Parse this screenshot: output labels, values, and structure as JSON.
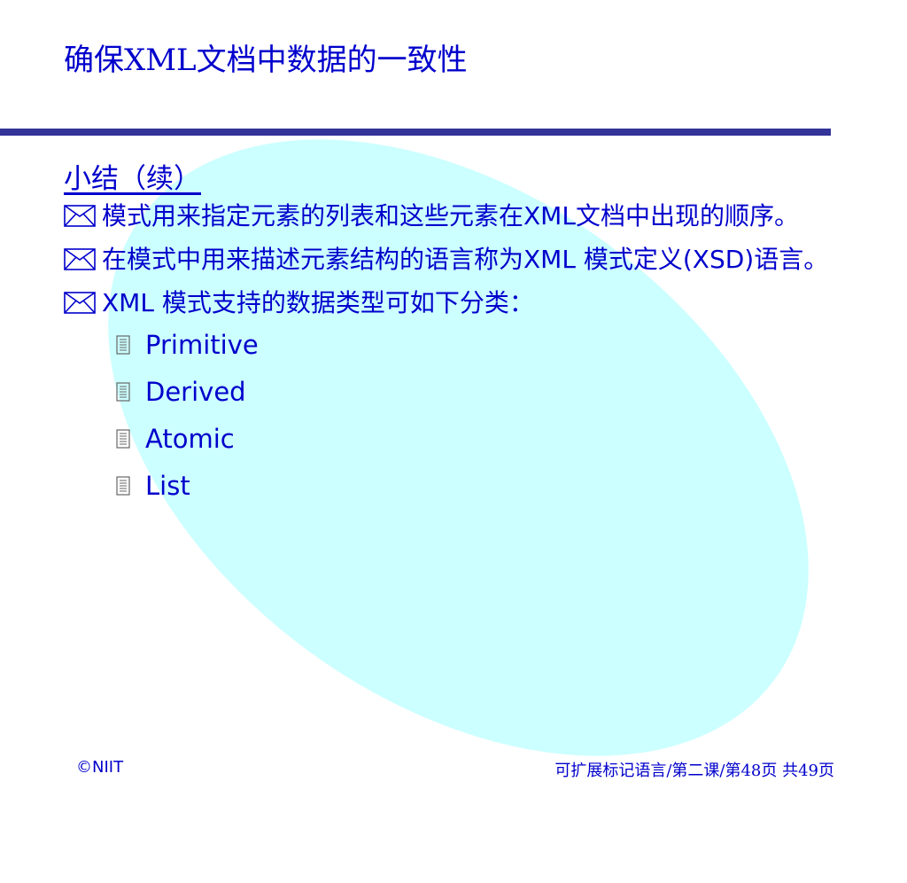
{
  "slide": {
    "title": "确保XML文档中数据的一致性",
    "subtitle": "小结（续）",
    "bullets": [
      {
        "text": "模式用来指定元素的列表和这些元素在XML文档中出现的顺序。"
      },
      {
        "text": "在模式中用来描述元素结构的语言称为XML 模式定义(XSD)语言。"
      },
      {
        "text": "XML 模式支持的数据类型可如下分类："
      }
    ],
    "subitems": [
      "Primitive",
      "Derived",
      "Atomic",
      "List"
    ]
  },
  "footer": {
    "copyright": "©NIIT",
    "page_info": "可扩展标记语言/第二课/第48页  共49页"
  },
  "colors": {
    "text": "#0000cc",
    "rule": "#333399",
    "ellipse": "#ccffff"
  },
  "icons": {
    "bullet": "envelope-icon",
    "subitem": "page-icon"
  }
}
